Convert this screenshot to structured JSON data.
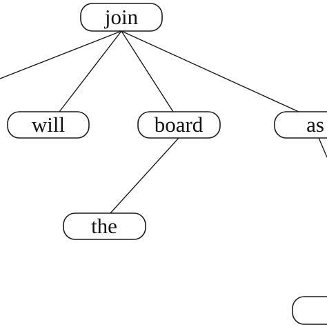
{
  "diagram": {
    "type": "dependency-tree",
    "nodes": [
      {
        "id": "join",
        "label": "join"
      },
      {
        "id": "will",
        "label": "will"
      },
      {
        "id": "board",
        "label": "board"
      },
      {
        "id": "as",
        "label": "as"
      },
      {
        "id": "the",
        "label": "the"
      },
      {
        "id": "cut-bottom-right",
        "label": ""
      }
    ],
    "edges": [
      {
        "from": "join",
        "to": "offscreen-left"
      },
      {
        "from": "join",
        "to": "will"
      },
      {
        "from": "join",
        "to": "board"
      },
      {
        "from": "join",
        "to": "as"
      },
      {
        "from": "board",
        "to": "the"
      },
      {
        "from": "as",
        "to": "offscreen-right"
      }
    ]
  }
}
